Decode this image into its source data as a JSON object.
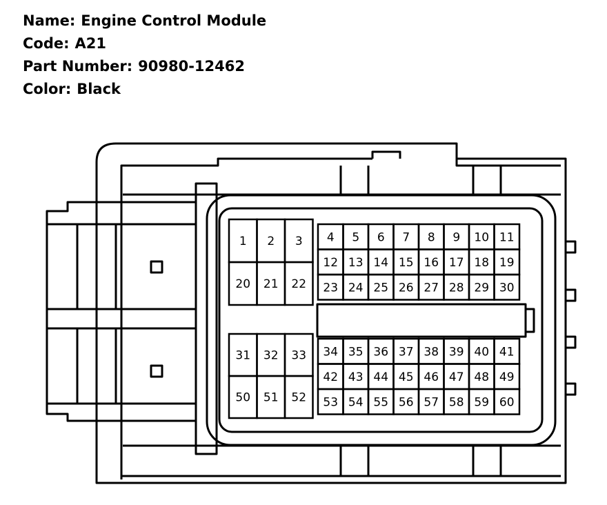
{
  "header": {
    "name_label": "Name:",
    "name_value": "Engine Control Module",
    "code_label": "Code:",
    "code_value": "A21",
    "part_label": "Part Number:",
    "part_value": "90980-12462",
    "color_label": "Color:",
    "color_value": "Black"
  },
  "connector": {
    "large_pins": {
      "upper": [
        [
          "1",
          "2",
          "3"
        ],
        [
          "20",
          "21",
          "22"
        ]
      ],
      "lower": [
        [
          "31",
          "32",
          "33"
        ],
        [
          "50",
          "51",
          "52"
        ]
      ]
    },
    "small_pins": {
      "upper": [
        [
          "4",
          "5",
          "6",
          "7",
          "8",
          "9",
          "10",
          "11"
        ],
        [
          "12",
          "13",
          "14",
          "15",
          "16",
          "17",
          "18",
          "19"
        ],
        [
          "23",
          "24",
          "25",
          "26",
          "27",
          "28",
          "29",
          "30"
        ]
      ],
      "lower": [
        [
          "34",
          "35",
          "36",
          "37",
          "38",
          "39",
          "40",
          "41"
        ],
        [
          "42",
          "43",
          "44",
          "45",
          "46",
          "47",
          "48",
          "49"
        ],
        [
          "53",
          "54",
          "55",
          "56",
          "57",
          "58",
          "59",
          "60"
        ]
      ]
    }
  }
}
